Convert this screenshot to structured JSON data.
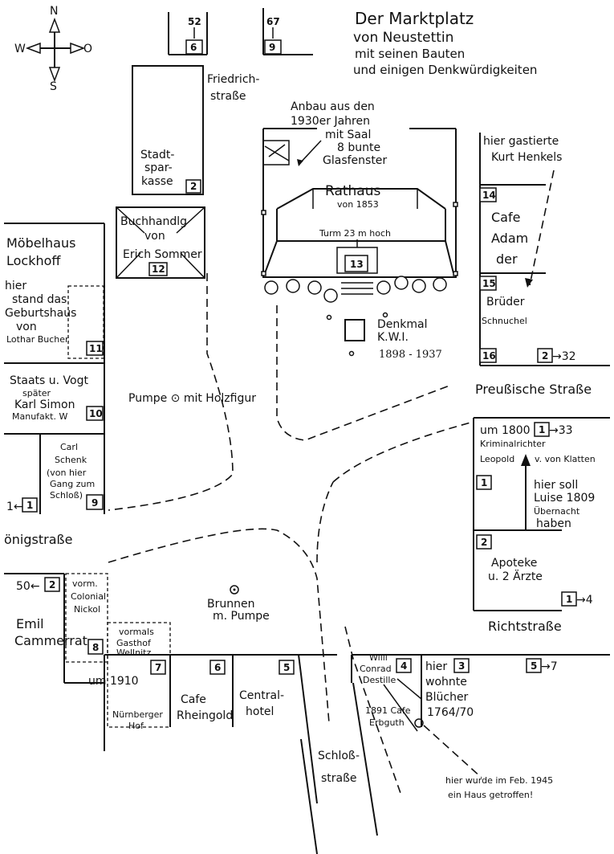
{
  "title": [
    "Der Marktplatz",
    "von Neustettin",
    "mit seinen Bauten",
    "und einigen Denkwürdigkeiten"
  ],
  "compass": {
    "n": "N",
    "s": "S",
    "w": "W",
    "o": "O"
  },
  "streets": {
    "friedrich": [
      "Friedrich-",
      "straße"
    ],
    "preussische": "Preußische Straße",
    "koenig": "önigstraße",
    "richt": "Richtstraße",
    "schloss": [
      "Schloß-",
      "straße"
    ]
  },
  "numbers": {
    "n6top": "6",
    "n52": "52",
    "n9top": "9",
    "n67": "67",
    "n2ssk": "2",
    "n12": "12",
    "n13": "13",
    "n11": "11",
    "n10": "10",
    "n9w": "9",
    "n1w": "1",
    "n14": "14",
    "n15": "15",
    "n16": "16",
    "n2e": "2",
    "to32": "→32",
    "n1e": "1",
    "to33": "→33",
    "n1lui": "1",
    "n2apo": "2",
    "n1rich": "1",
    "to4": "→4",
    "n50": "50←",
    "n2sw": "2",
    "n8": "8",
    "n7": "7",
    "n6s": "6",
    "n5s": "5",
    "n4": "4",
    "n3": "3",
    "n5e": "5",
    "to7": "→7",
    "n1wpre": "1←"
  },
  "labels": {
    "sparkasse": [
      "Stadt-",
      "spar-",
      "kasse"
    ],
    "anbau": [
      "Anbau aus den",
      "1930er Jahren",
      "mit Saal",
      "8 bunte",
      "Glasfenster"
    ],
    "rathaus": [
      "Rathaus",
      "von 1853"
    ],
    "turm": "Turm 23 m hoch",
    "buchhandlung": [
      "Buchhandlg",
      "von",
      "Erich Sommer"
    ],
    "moebelhaus": [
      "Möbelhaus",
      "Lockhoff"
    ],
    "geburtshaus": [
      "hier",
      "stand das",
      "Geburtshaus",
      "von",
      "Lothar Bucher"
    ],
    "staats": [
      "Staats u. Vogt",
      "später",
      "Karl Simon",
      "Manufakt. W"
    ],
    "pumpe": "Pumpe ⊙ mit Holzfigur",
    "schenk": [
      "Carl",
      "Schenk",
      "(von hier",
      "Gang zum",
      "Schloß)"
    ],
    "denkmal": [
      "Denkmal",
      "K.W.I."
    ],
    "denkmal_years": "1898 - 1937",
    "henkels": [
      "hier gastierte",
      "Kurt Henkels"
    ],
    "cafe_adam": [
      "Cafe",
      "Adam",
      "der"
    ],
    "brueder": [
      "Brüder",
      "Schnuchel"
    ],
    "um1800": "um 1800",
    "kriminal": [
      "Kriminalrichter",
      "Leopold",
      "v. von Klatten"
    ],
    "luise": [
      "hier soll",
      "Luise 1809",
      "Übernacht",
      "haben"
    ],
    "apoteke": [
      "Apoteke",
      "u. 2 Ärzte"
    ],
    "brunnen": [
      "Brunnen",
      "m. Pumpe"
    ],
    "colonial": [
      "vorm.",
      "Colonial",
      "Nickol"
    ],
    "emil": [
      "Emil",
      "Cammerrat"
    ],
    "gasthof": [
      "vormals",
      "Gasthof",
      "Wellnitz"
    ],
    "um1910": "um 1910",
    "nuernberger": [
      "Nürnberger",
      "Hof"
    ],
    "cafe_rheingold": [
      "Cafe",
      "Rheingold"
    ],
    "central": [
      "Central-",
      "hotel"
    ],
    "willi": [
      "Willi",
      "Conrad",
      "Destille"
    ],
    "cafe_erb": [
      "1891 Cafe",
      "Erbguth"
    ],
    "bluecher": [
      "hier",
      "wohnte",
      "Blücher",
      "1764/70"
    ],
    "feb1945": [
      "hier wurde im Feb. 1945",
      "ein Haus getroffen!"
    ]
  }
}
